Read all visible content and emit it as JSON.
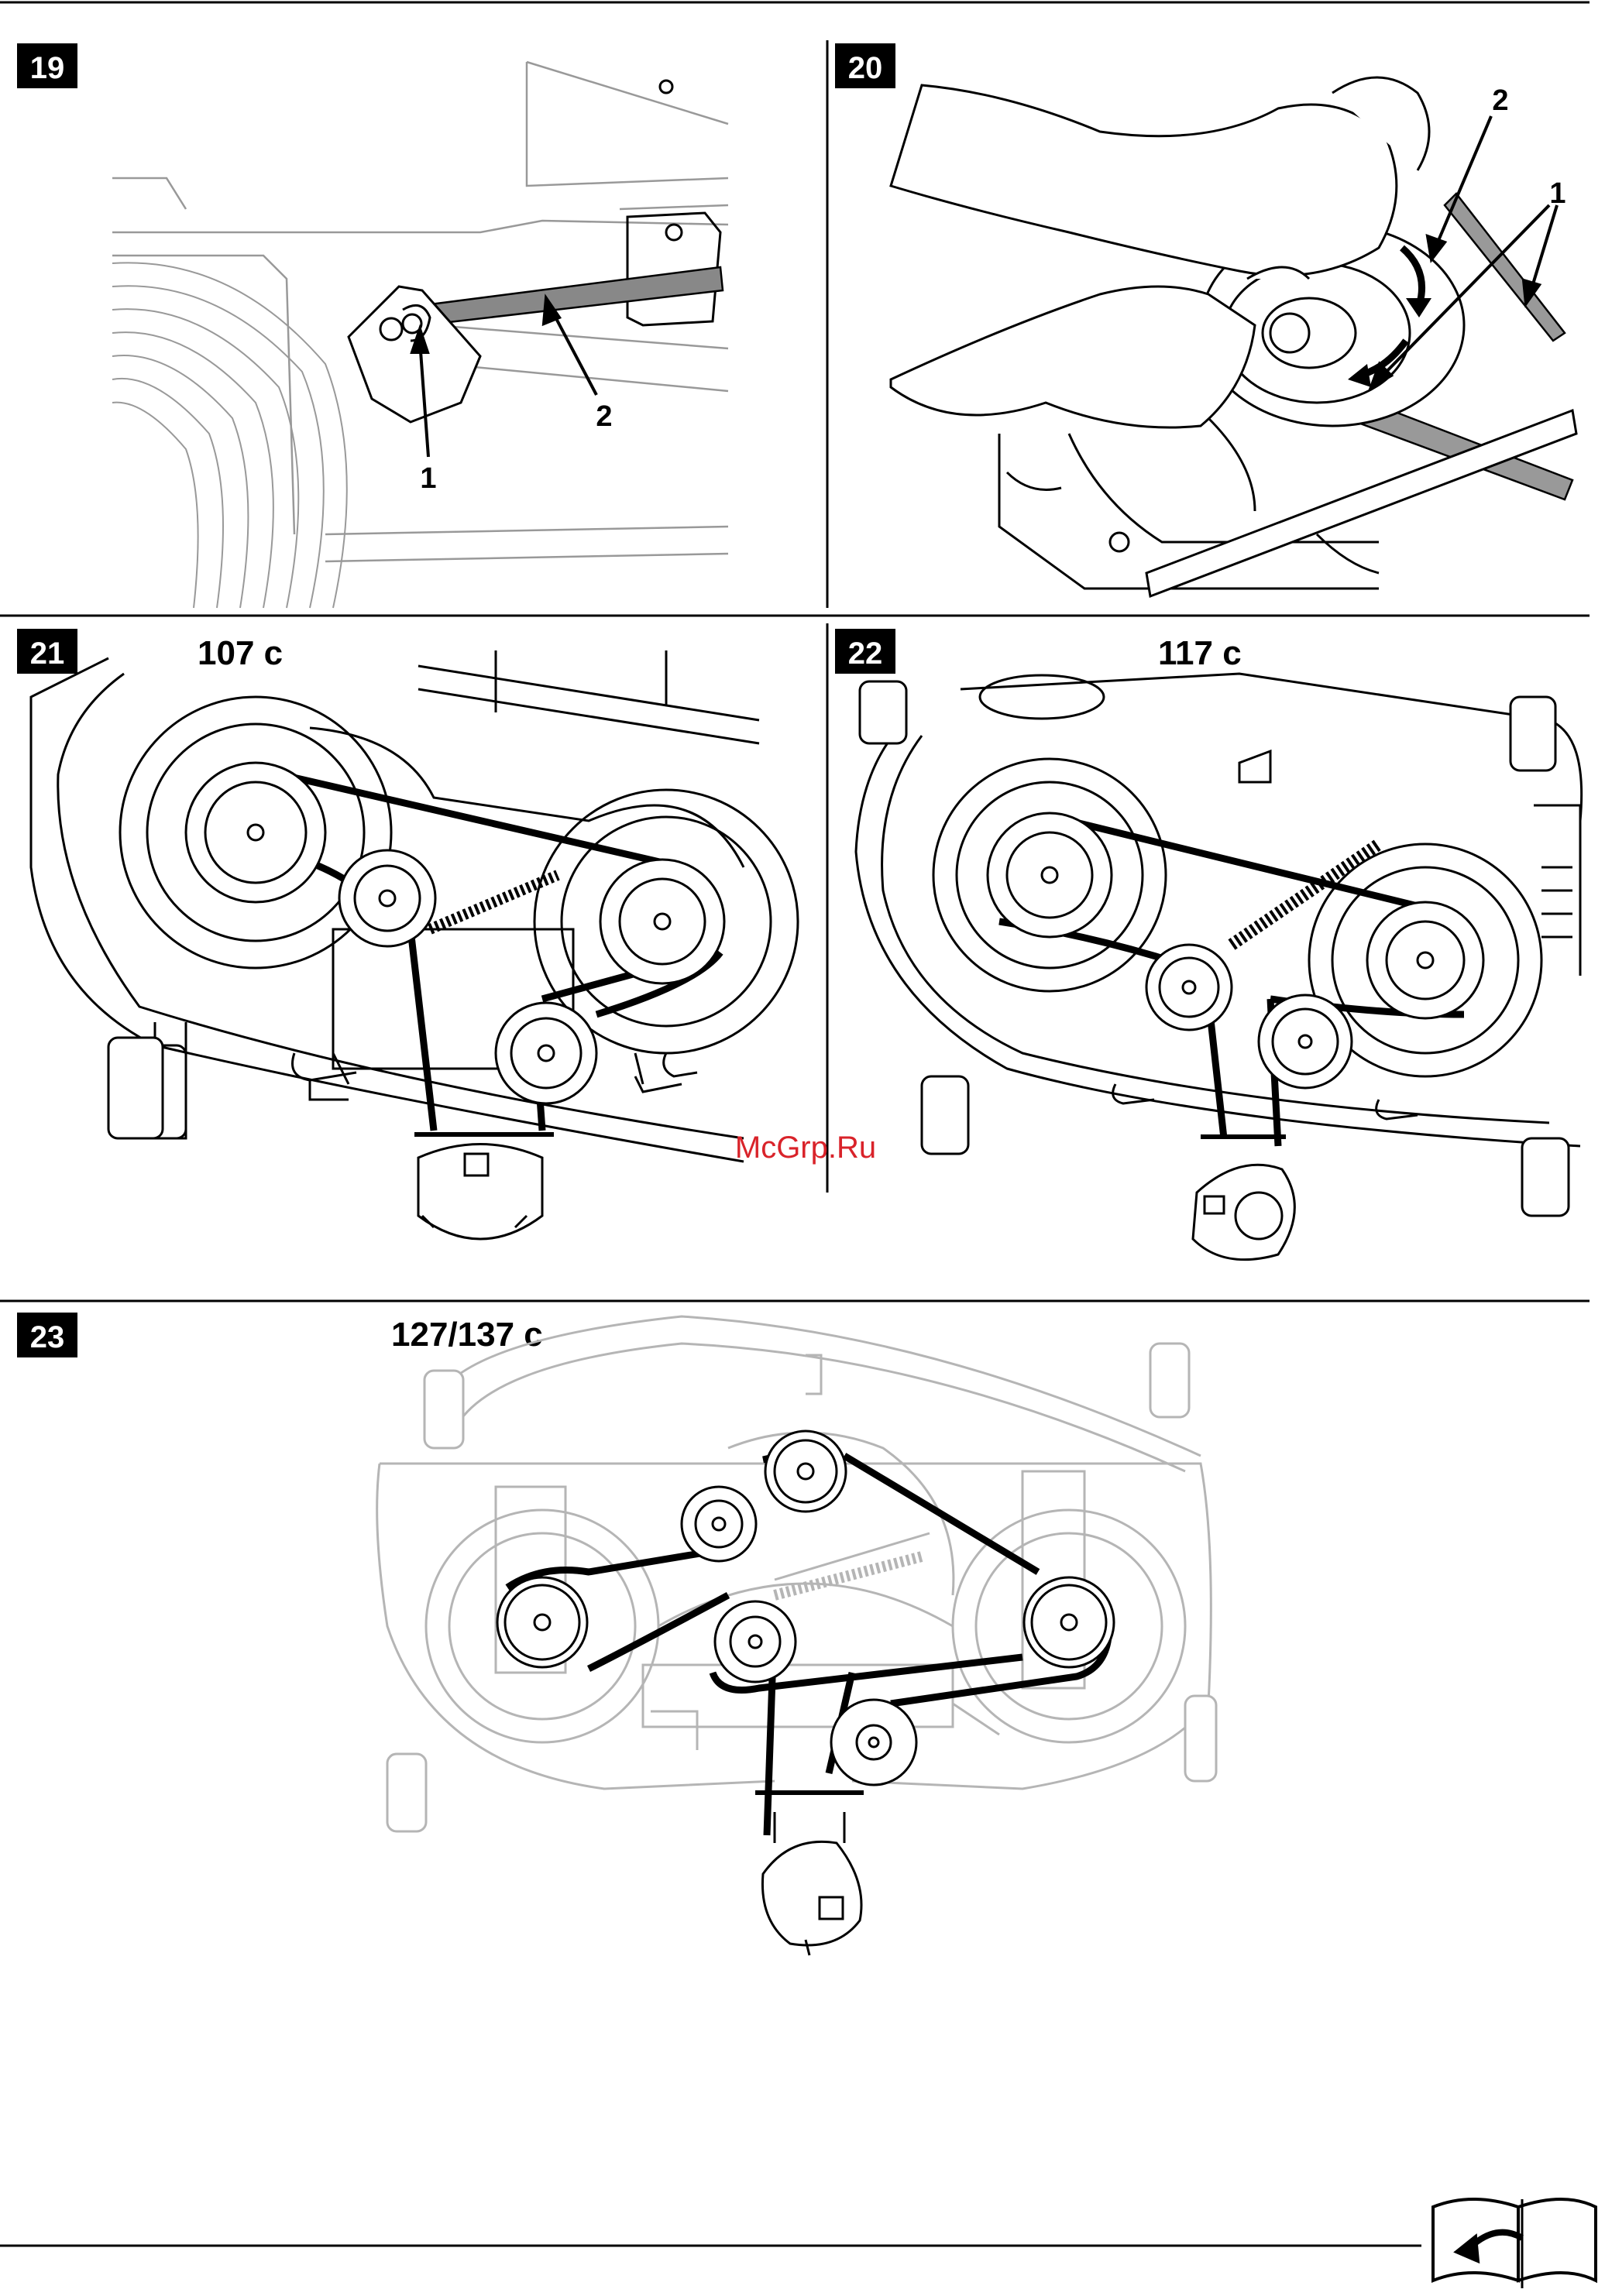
{
  "watermark": "McGrp.Ru",
  "figures": [
    {
      "number": "19",
      "title": "",
      "callouts": [
        "1",
        "2"
      ]
    },
    {
      "number": "20",
      "title": "",
      "callouts": [
        "2",
        "1"
      ]
    },
    {
      "number": "21",
      "title": "107 c",
      "callouts": []
    },
    {
      "number": "22",
      "title": "117 c",
      "callouts": []
    },
    {
      "number": "23",
      "title": "127/137 c",
      "callouts": []
    }
  ],
  "footer": {
    "icon": "book-page-turn-icon"
  },
  "colors": {
    "line": "#000000",
    "faded": "#b5b5b5",
    "watermark": "#d9232a"
  }
}
